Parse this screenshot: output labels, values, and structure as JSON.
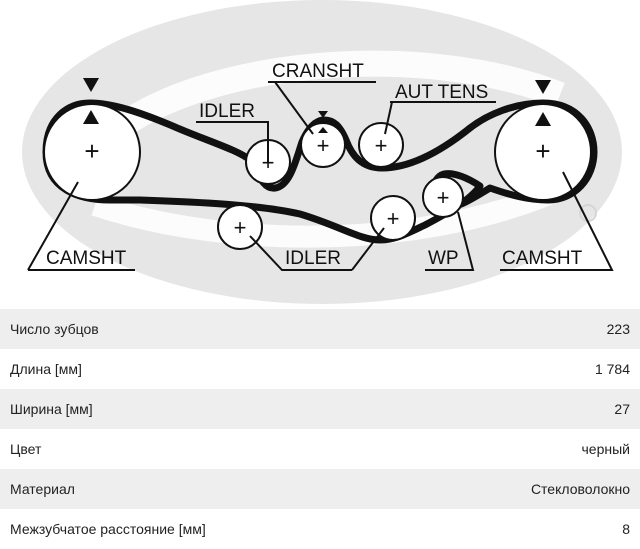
{
  "diagram": {
    "labels": {
      "cransht": "CRANSHT",
      "aut_tens": "AUT TENS",
      "idler_top": "IDLER",
      "idler_bottom": "IDLER",
      "camsht_left": "CAMSHT",
      "camsht_right": "CAMSHT",
      "wp": "WP"
    },
    "colors": {
      "belt": "#111111",
      "watermark": "#e6e6e6",
      "pulley_fill": "#ffffff"
    }
  },
  "specs": [
    {
      "label": "Число зубцов",
      "value": "223"
    },
    {
      "label": "Длина [мм]",
      "value": "1 784"
    },
    {
      "label": "Ширина [мм]",
      "value": "27"
    },
    {
      "label": "Цвет",
      "value": "черный"
    },
    {
      "label": "Материал",
      "value": "Стекловолокно"
    },
    {
      "label": "Межзубчатое расстояние [мм]",
      "value": "8"
    }
  ]
}
